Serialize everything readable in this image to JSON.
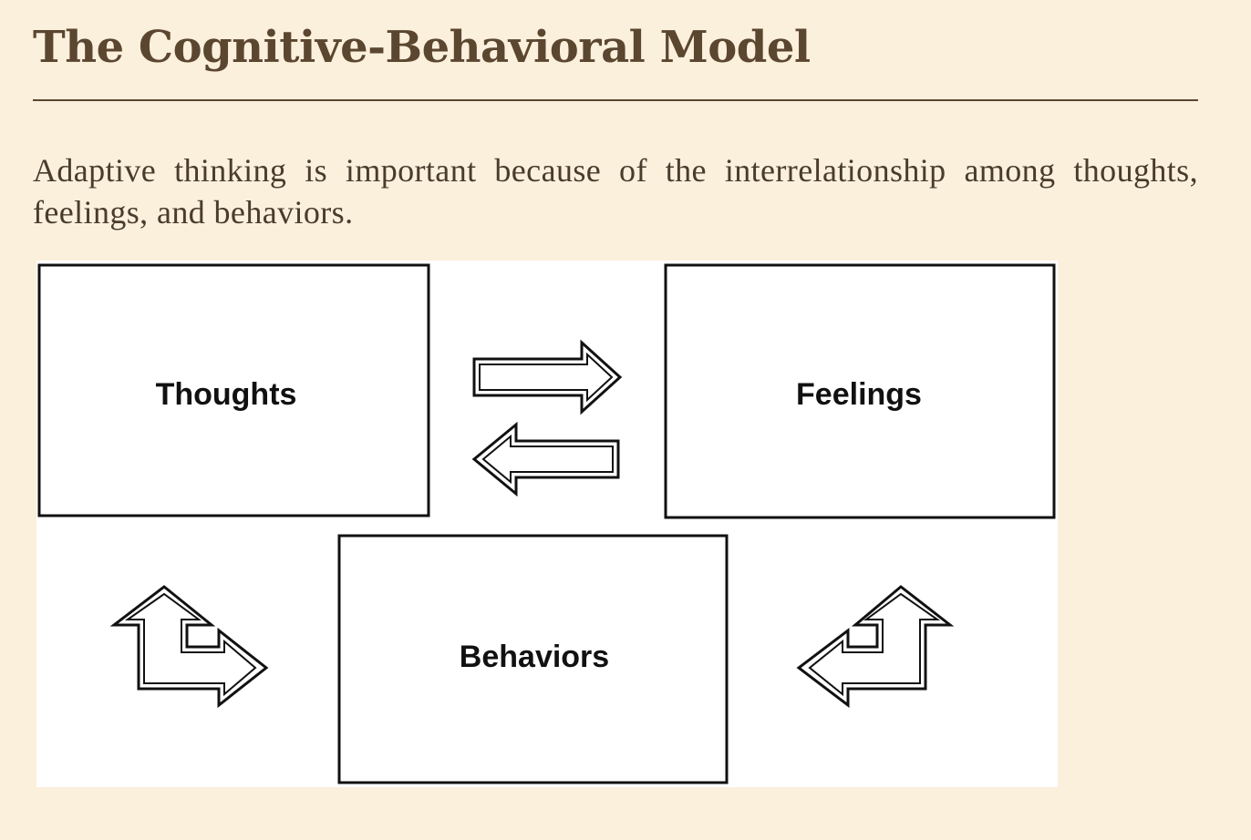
{
  "page": {
    "title": "The Cognitive-Behavioral Model",
    "intro": "Adaptive thinking is important because of the interrelationship among thoughts, feelings, and behaviors."
  },
  "diagram": {
    "nodes": {
      "thoughts": "Thoughts",
      "feelings": "Feelings",
      "behaviors": "Behaviors"
    },
    "edges": [
      {
        "from": "thoughts",
        "to": "feelings",
        "shape": "right-arrow-icon"
      },
      {
        "from": "feelings",
        "to": "thoughts",
        "shape": "left-arrow-icon"
      },
      {
        "from": "thoughts",
        "to": "behaviors",
        "shape": "bent-double-arrow-icon"
      },
      {
        "from": "feelings",
        "to": "behaviors",
        "shape": "bent-double-arrow-icon"
      }
    ],
    "colors": {
      "title": "#5b4630",
      "background": "#fbf0dc",
      "figure_background": "#ffffff",
      "stroke": "#111111"
    }
  }
}
